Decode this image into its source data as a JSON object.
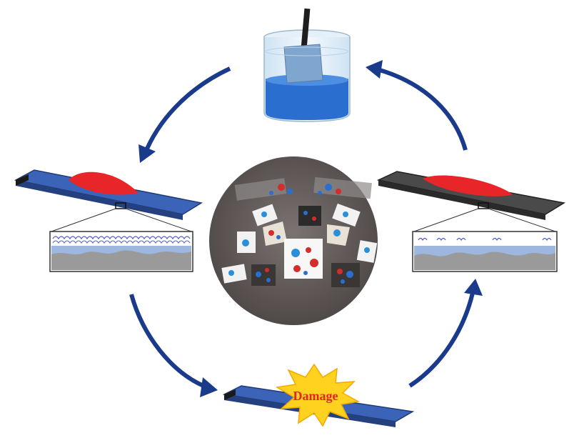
{
  "diagram": {
    "stages": [
      {
        "id": "immersion",
        "icon": "beaker-icon"
      },
      {
        "id": "coated-slide-intact",
        "icon": "slide-with-droplet-icon"
      },
      {
        "id": "damaged-slide",
        "icon": "damaged-slide-icon"
      },
      {
        "id": "coated-slide-repaired",
        "icon": "slide-with-droplet-icon"
      }
    ],
    "damage_label": "Damage",
    "cycle_direction": "counter-clockwise",
    "colors": {
      "arrow": "#1a3a8c",
      "liquid": "#2a6fd0",
      "slide_blue": "#3b63b8",
      "slide_dark": "#4a4a4a",
      "droplet": "#e8262a",
      "burst": "#ffd21f",
      "damage_text": "#e0261e",
      "disc": "#6b6463"
    }
  }
}
